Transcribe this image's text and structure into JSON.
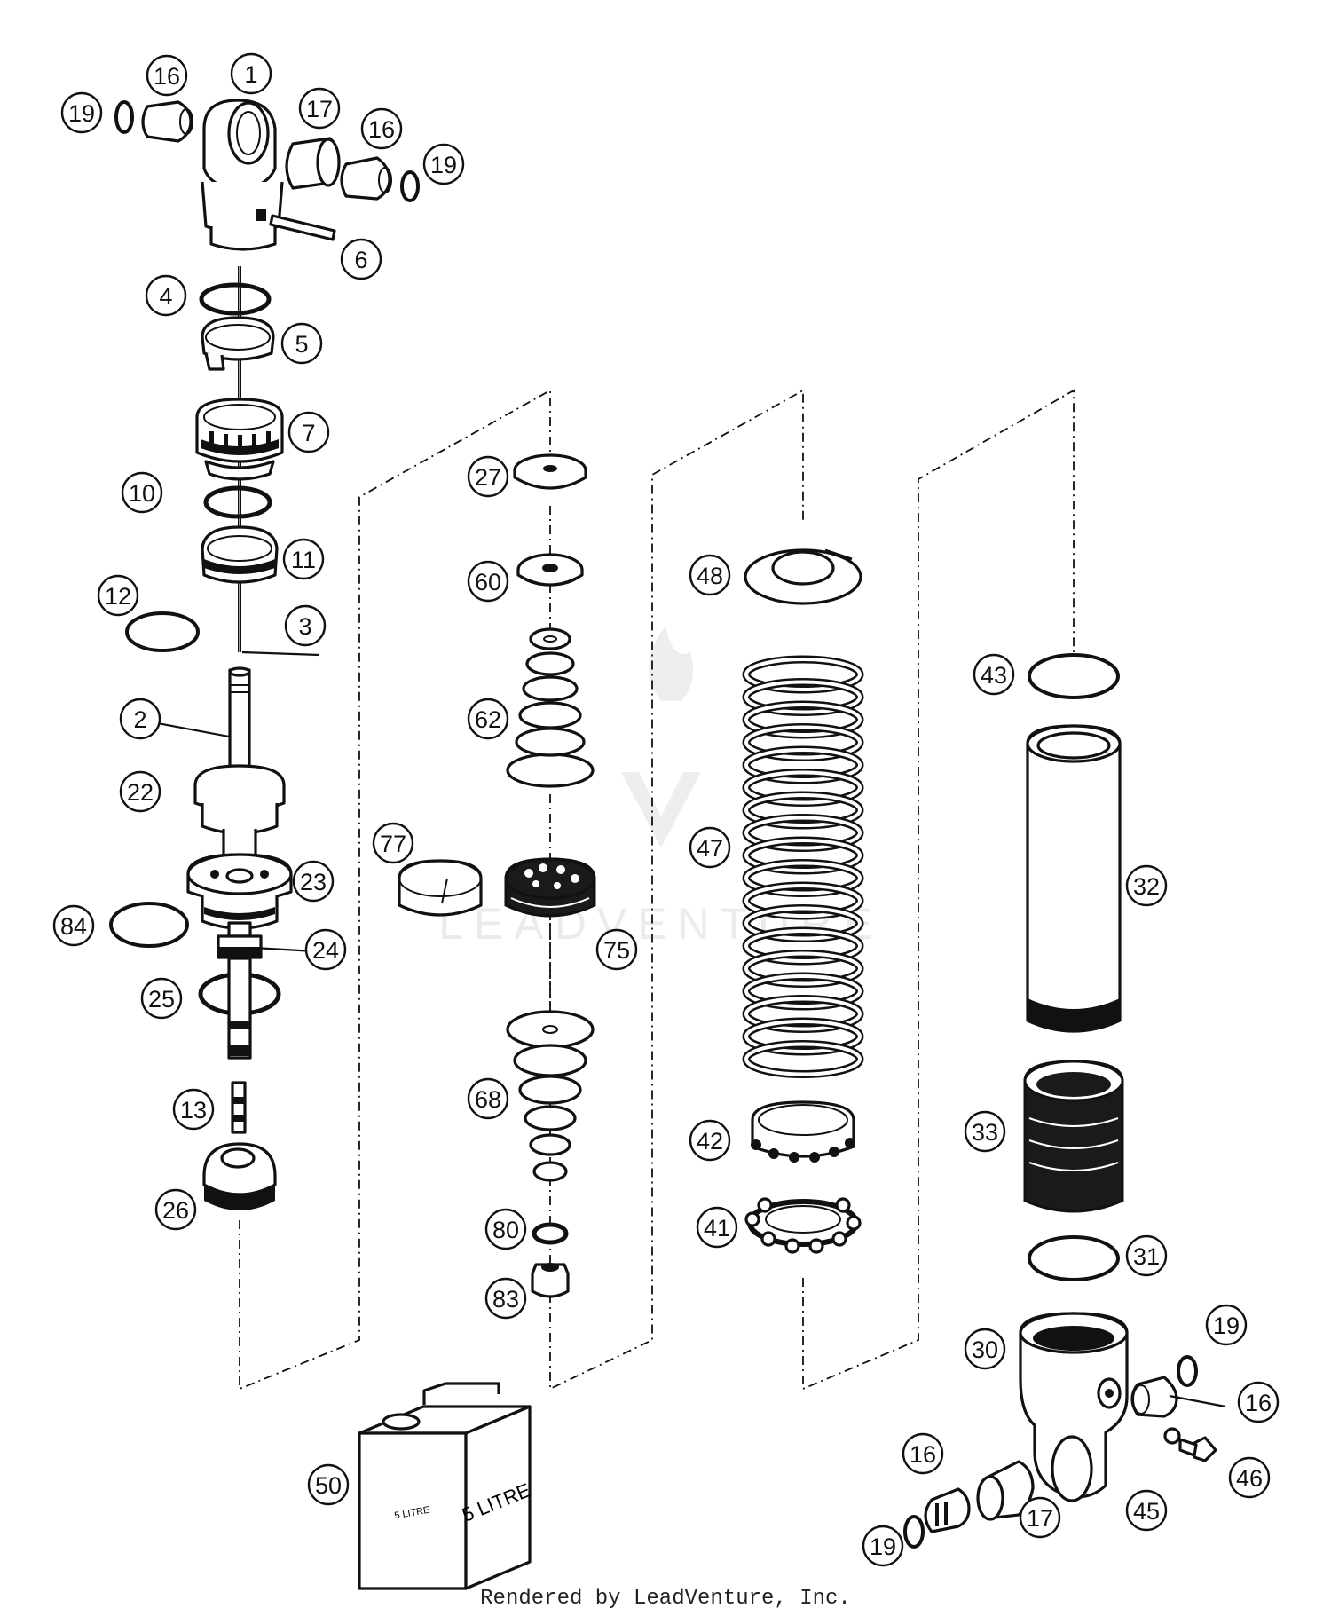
{
  "callouts": [
    {
      "id": "c1",
      "label": "1"
    },
    {
      "id": "c16a",
      "label": "16"
    },
    {
      "id": "c19a",
      "label": "19"
    },
    {
      "id": "c17a",
      "label": "17"
    },
    {
      "id": "c16b",
      "label": "16"
    },
    {
      "id": "c19b",
      "label": "19"
    },
    {
      "id": "c6",
      "label": "6"
    },
    {
      "id": "c4",
      "label": "4"
    },
    {
      "id": "c5",
      "label": "5"
    },
    {
      "id": "c7",
      "label": "7"
    },
    {
      "id": "c10",
      "label": "10"
    },
    {
      "id": "c11",
      "label": "11"
    },
    {
      "id": "c12",
      "label": "12"
    },
    {
      "id": "c3",
      "label": "3"
    },
    {
      "id": "c2",
      "label": "2"
    },
    {
      "id": "c22",
      "label": "22"
    },
    {
      "id": "c23",
      "label": "23"
    },
    {
      "id": "c84",
      "label": "84"
    },
    {
      "id": "c24",
      "label": "24"
    },
    {
      "id": "c25",
      "label": "25"
    },
    {
      "id": "c13",
      "label": "13"
    },
    {
      "id": "c26",
      "label": "26"
    },
    {
      "id": "c27",
      "label": "27"
    },
    {
      "id": "c60",
      "label": "60"
    },
    {
      "id": "c62",
      "label": "62"
    },
    {
      "id": "c77",
      "label": "77"
    },
    {
      "id": "c75",
      "label": "75"
    },
    {
      "id": "c68",
      "label": "68"
    },
    {
      "id": "c80",
      "label": "80"
    },
    {
      "id": "c83",
      "label": "83"
    },
    {
      "id": "c48",
      "label": "48"
    },
    {
      "id": "c47",
      "label": "47"
    },
    {
      "id": "c42",
      "label": "42"
    },
    {
      "id": "c41",
      "label": "41"
    },
    {
      "id": "c43",
      "label": "43"
    },
    {
      "id": "c32",
      "label": "32"
    },
    {
      "id": "c33",
      "label": "33"
    },
    {
      "id": "c31",
      "label": "31"
    },
    {
      "id": "c30",
      "label": "30"
    },
    {
      "id": "c19c",
      "label": "19"
    },
    {
      "id": "c16c",
      "label": "16"
    },
    {
      "id": "c16d",
      "label": "16"
    },
    {
      "id": "c46",
      "label": "46"
    },
    {
      "id": "c45",
      "label": "45"
    },
    {
      "id": "c17b",
      "label": "17"
    },
    {
      "id": "c19d",
      "label": "19"
    },
    {
      "id": "c50",
      "label": "50"
    }
  ],
  "oil_can": {
    "front_label": "5 LITRE",
    "side_label": "5 LITRE"
  },
  "watermark": {
    "text": "LEADVENTURE"
  },
  "footer": {
    "text": "Rendered by LeadVenture, Inc."
  }
}
